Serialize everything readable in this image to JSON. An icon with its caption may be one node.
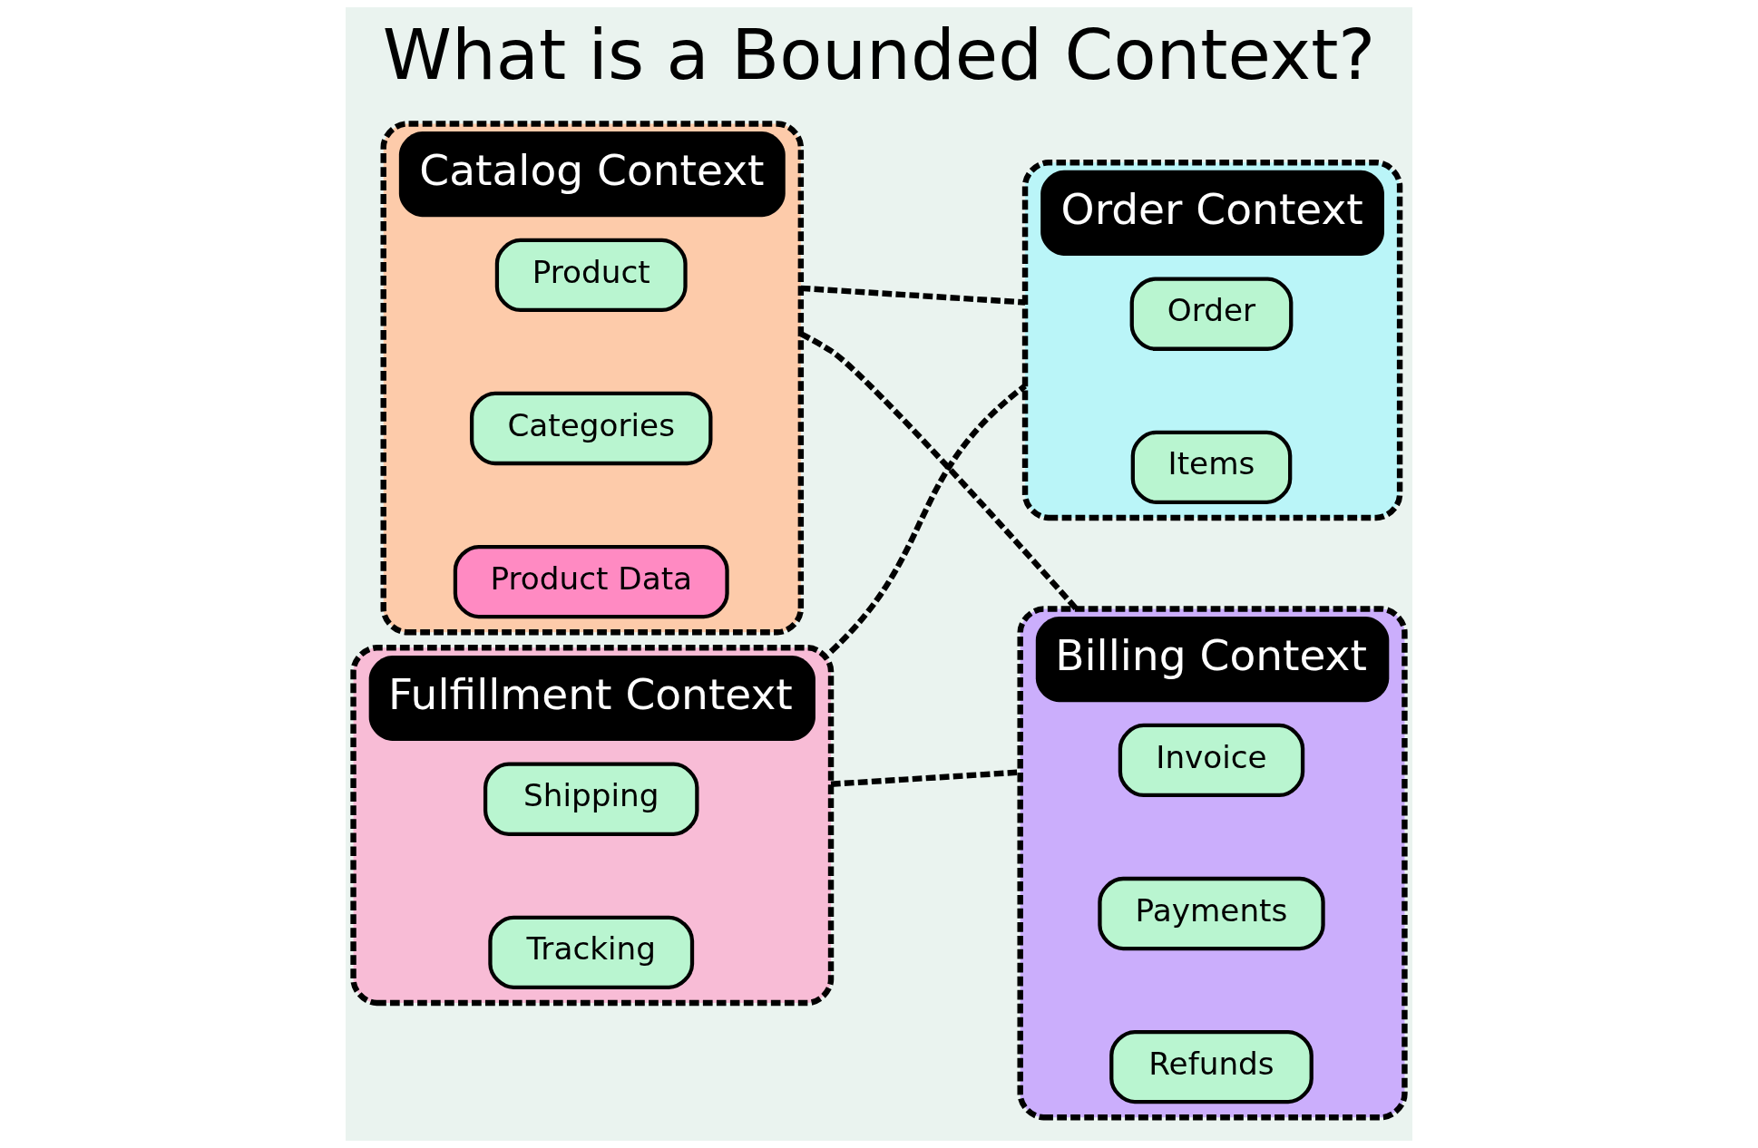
{
  "diagram": {
    "title": "What is a Bounded Context?",
    "nodes": [
      {
        "text": [
          "Catalog Context"
        ]
      },
      {
        "text": [
          "Product"
        ],
        "in": 0
      },
      {
        "text": [
          "Categories"
        ],
        "in": 0
      },
      {
        "text": [
          "Product Data"
        ],
        "in": 0
      },
      {
        "text": [
          "Order Context"
        ]
      },
      {
        "text": [
          "Order"
        ],
        "in": 4
      },
      {
        "text": [
          "Items"
        ],
        "in": 4
      },
      {
        "text": [
          "Fulfillment Context"
        ]
      },
      {
        "text": [
          "Shipping"
        ],
        "in": 7
      },
      {
        "text": [
          "Tracking"
        ],
        "in": 7
      },
      {
        "text": [
          "Billing Context"
        ]
      },
      {
        "text": [
          "Invoice"
        ],
        "in": 10
      },
      {
        "text": [
          "Payments"
        ],
        "in": 10
      },
      {
        "text": [
          "Refunds"
        ],
        "in": 10
      }
    ],
    "edges": [
      {
        "from": 0,
        "to": 4,
        "arrow": "none",
        "style": "dashed"
      },
      {
        "from": 0,
        "to": 10,
        "arrow": "none",
        "style": "dashed"
      },
      {
        "from": 7,
        "to": 4,
        "arrow": "none",
        "style": "dashed"
      },
      {
        "from": 7,
        "to": 10,
        "arrow": "none",
        "style": "dashed"
      }
    ]
  }
}
